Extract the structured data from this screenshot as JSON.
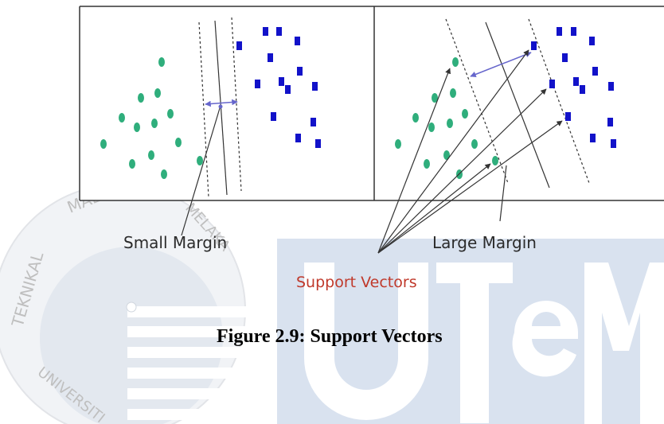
{
  "figure": {
    "left_panel_label": "Small Margin",
    "right_panel_label": "Large Margin",
    "support_vectors_label": "Support Vectors",
    "caption": "Figure 2.9: Support Vectors"
  },
  "watermark": {
    "seal_text": "MALAYSIA MELAKA TEKNIKAL UNIVERSITI",
    "logo_text": "UTeM"
  },
  "colors": {
    "green_point": "#2fae7c",
    "blue_point": "#1212c9",
    "margin_vector": "#6666cc",
    "support_label": "#c0392b",
    "watermark_blue": "#c8d6ea",
    "seal_gray": "#d3d3d3"
  }
}
